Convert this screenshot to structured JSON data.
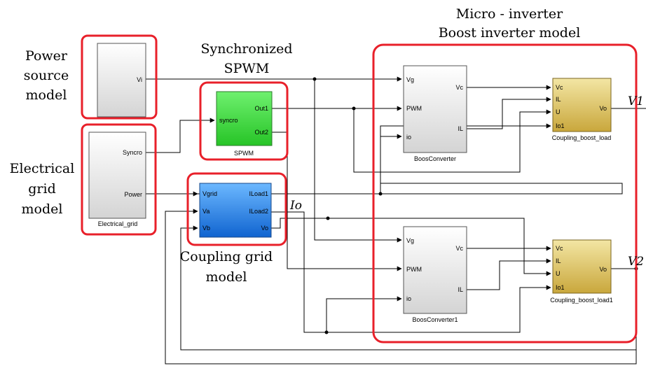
{
  "annotations": {
    "power_source": [
      "Power",
      "source",
      "model"
    ],
    "spwm": [
      "Synchronized",
      "SPWM"
    ],
    "electrical_grid": [
      "Electrical",
      "grid",
      "model"
    ],
    "coupling_grid": [
      "Coupling grid",
      "model"
    ],
    "micro_inverter": [
      "Micro - inverter",
      "Boost inverter model"
    ]
  },
  "signals": {
    "io": "Io",
    "v1": "V1",
    "v2": "V2"
  },
  "blocks": {
    "power_source": {
      "name": "",
      "ports": {
        "vi": "Vi"
      }
    },
    "spwm": {
      "name": "SPWM",
      "ports": {
        "syncro": "syncro",
        "out1": "Out1",
        "out2": "Out2"
      }
    },
    "electrical_grid": {
      "name": "Electrical_grid",
      "ports": {
        "syncro": "Syncro",
        "power": "Power"
      }
    },
    "coupling_grid": {
      "name": "",
      "ports": {
        "vgrid": "Vgrid",
        "va": "Va",
        "vb": "Vb",
        "iload1": "ILoad1",
        "iload2": "ILoad2",
        "vo": "Vo"
      }
    },
    "boost1": {
      "name": "BoosConverter",
      "ports": {
        "vg": "Vg",
        "pwm": "PWM",
        "io": "io",
        "vc": "Vc",
        "il": "IL"
      }
    },
    "boost2": {
      "name": "BoosConverter1",
      "ports": {
        "vg": "Vg",
        "pwm": "PWM",
        "io": "io",
        "vc": "Vc",
        "il": "IL"
      }
    },
    "load1": {
      "name": "Coupling_boost_load",
      "ports": {
        "vc": "Vc",
        "il": "IL",
        "u": "U",
        "io1": "Io1",
        "vo": "Vo"
      }
    },
    "load2": {
      "name": "Coupling_boost_load1",
      "ports": {
        "vc": "Vc",
        "il": "IL",
        "u": "U",
        "io1": "Io1",
        "vo": "Vo"
      }
    }
  },
  "colors": {
    "highlight": "#e8202a",
    "wire": "#000000",
    "spwm_fill": "#3ddc3d",
    "coupling_fill": "#1e86e8",
    "load_fill": "#d9bd5a"
  }
}
